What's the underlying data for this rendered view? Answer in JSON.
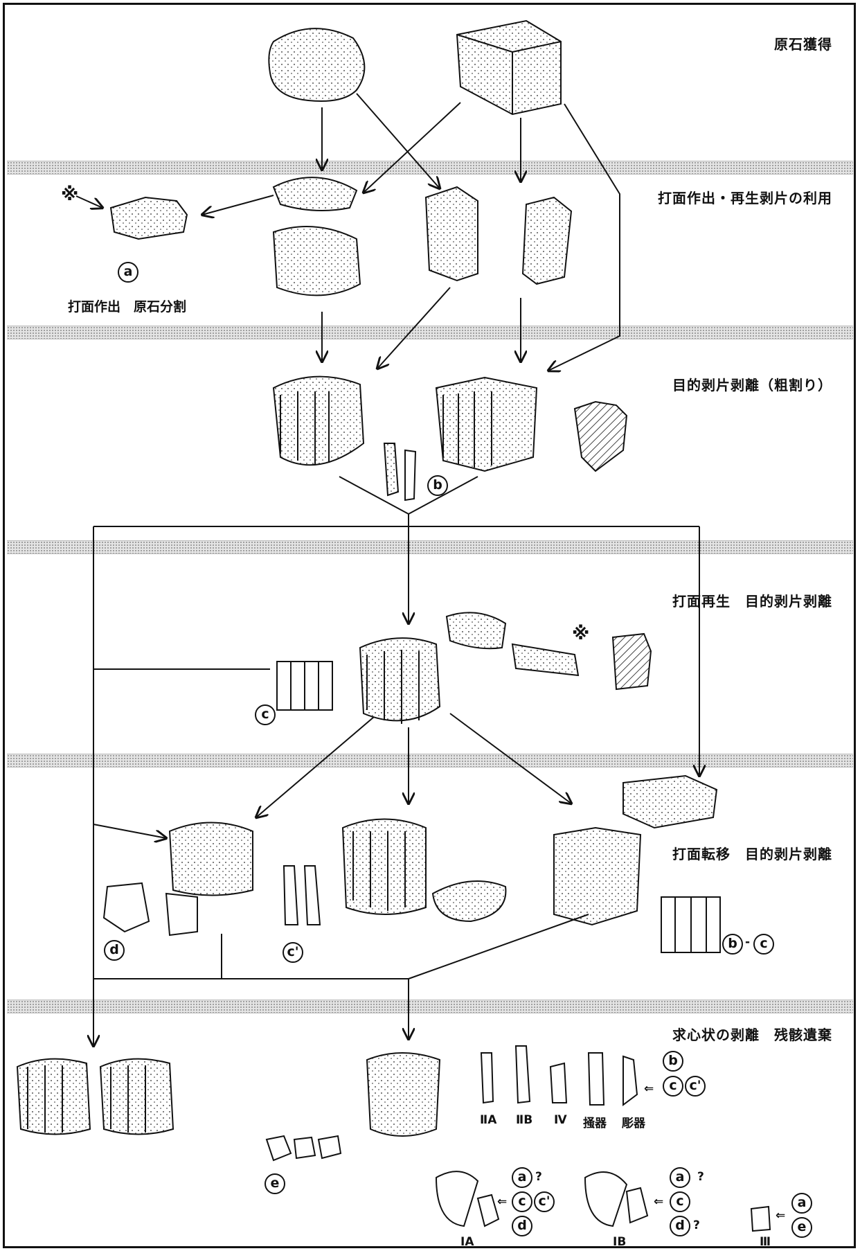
{
  "stages": {
    "s1": "原石獲得",
    "s2": "打面作出・再生剥片の利用",
    "s3": "目的剥片剥離（粗割り）",
    "s4": "打面再生　目的剥片剥離",
    "s5": "打面転移　目的剥片剥離",
    "s6": "求心状の剥離　残骸遺棄"
  },
  "labels": {
    "split_label": "打面作出　原石分割",
    "asterisk": "※"
  },
  "circles": {
    "a": "a",
    "b": "b",
    "c": "c",
    "c_prime": "c'",
    "d": "d",
    "e": "e",
    "bc_b": "b",
    "bc_dash": "-",
    "bc_c": "c"
  },
  "tools_top": {
    "names": [
      "ⅡA",
      "ⅡB",
      "Ⅳ",
      "掻器",
      "彫器"
    ],
    "arrow": "⇐",
    "refs": [
      "b",
      "c",
      "c'"
    ]
  },
  "tools_bottom": {
    "ia": {
      "name": "ⅠA",
      "refs": [
        "a",
        "c",
        "c'",
        "d"
      ],
      "q": "?"
    },
    "ib": {
      "name": "ⅠB",
      "refs": [
        "a",
        "c",
        "d"
      ],
      "q1": "?",
      "q2": "?"
    },
    "iii": {
      "name": "Ⅲ",
      "refs": [
        "a",
        "e"
      ]
    }
  }
}
